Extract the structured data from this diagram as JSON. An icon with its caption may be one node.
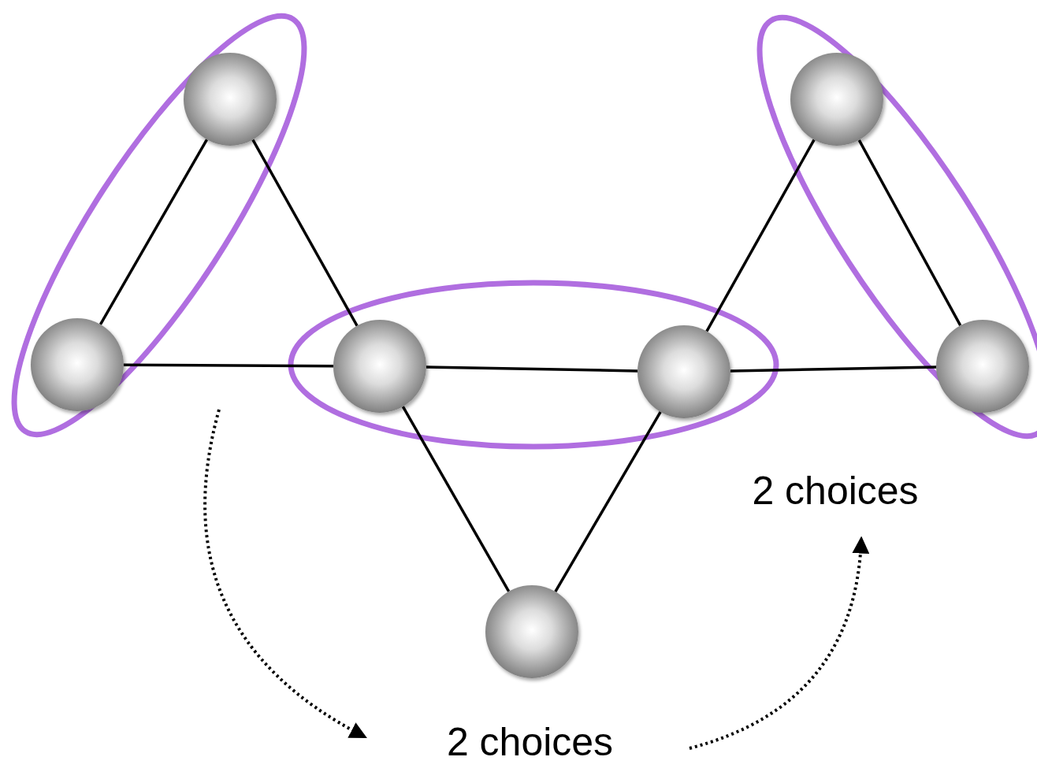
{
  "diagram": {
    "nodes": [
      {
        "text": [],
        "shape": "circle"
      },
      {
        "text": [],
        "shape": "circle"
      },
      {
        "text": [],
        "shape": "circle"
      },
      {
        "text": [],
        "shape": "circle"
      },
      {
        "text": [],
        "shape": "circle"
      },
      {
        "text": [],
        "shape": "circle"
      },
      {
        "text": [],
        "shape": "circle"
      },
      {
        "text": [
          "2 choices"
        ]
      },
      {
        "text": [
          "2 choices"
        ]
      }
    ],
    "edges": [
      {
        "from": 0,
        "to": 2,
        "arrow": "none"
      },
      {
        "from": 0,
        "to": 3,
        "arrow": "none"
      },
      {
        "from": 2,
        "to": 3,
        "arrow": "none"
      },
      {
        "from": 3,
        "to": 4,
        "arrow": "none"
      },
      {
        "from": 4,
        "to": 5,
        "arrow": "none"
      },
      {
        "from": 1,
        "to": 4,
        "arrow": "none"
      },
      {
        "from": 1,
        "to": 5,
        "arrow": "none"
      },
      {
        "from": 3,
        "to": 6,
        "arrow": "none"
      },
      {
        "from": 4,
        "to": 6,
        "arrow": "none"
      },
      {
        "from": null,
        "to": 8,
        "arrow": "to",
        "style": "dashed"
      },
      {
        "from": 8,
        "to": 7,
        "arrow": "to",
        "style": "dashed"
      }
    ]
  }
}
